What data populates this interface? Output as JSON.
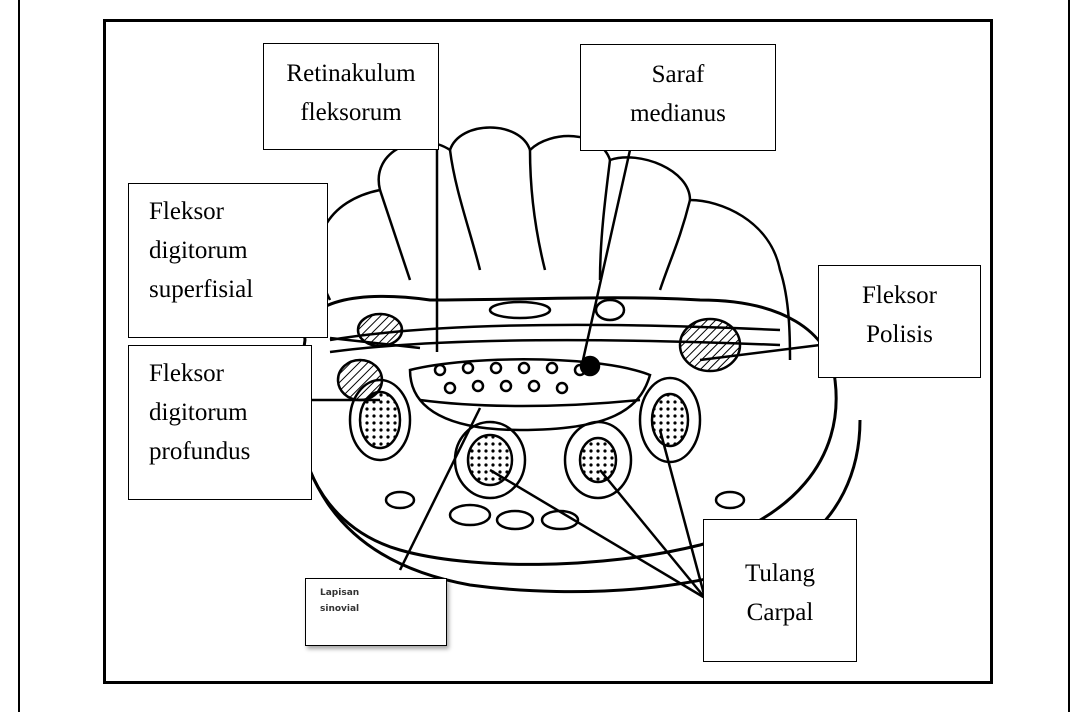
{
  "labels": {
    "retinakulum": "Retinakulum\nfleksorum",
    "saraf": "Saraf\nmedianus",
    "superfisial": "Fleksor\ndigitorum\nsuperfisial",
    "profundus": "Fleksor\ndigitorum\nprofundus",
    "polisis": "Fleksor\nPolisis",
    "carpal": "Tulang\nCarpal",
    "sinovial": "Lapisan\nsinovial"
  },
  "colors": {
    "ink": "#000000",
    "paper": "#ffffff"
  }
}
